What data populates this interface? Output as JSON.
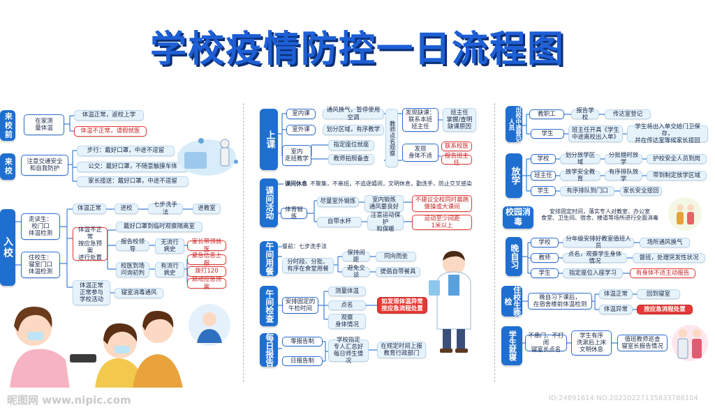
{
  "title": "学校疫情防控一日流程图",
  "colors": {
    "primary": "#1f6fd0",
    "box": "#e7f3fb",
    "alert": "#e53935",
    "title_shadow": "#0b2f74"
  },
  "col1": {
    "arrive": {
      "header": "来校前",
      "measure": "在家测\n量体温",
      "normal": "体温正常，返校上学",
      "abnormal": "体温不正常，请假就医"
    },
    "commute": {
      "header": "来校",
      "main": "注意交通安全\n和自我防护",
      "walk": "步行：戴好口罩，中途不逗留",
      "bus": "公交：戴好口罩，不随意触摸车体",
      "parent": "家长接送：戴好口罩，中途不逗留"
    },
    "enter": {
      "header": "入校",
      "day": "走读生：\n校门口\n体温检测",
      "board": "住校生：\n寝室门口\n体温检测",
      "normal": "体温正常",
      "into": "进校",
      "wash": "七步洗手法",
      "class": "进教室",
      "abnormal": "体温不正常\n按应急预案\n进行处置",
      "isolate": "戴好口罩到临时观察隔离室",
      "report_leader": "报告校领导",
      "no_history": "无流行\n病史",
      "parent_doctor": "家长带领就医",
      "doctor_ask": "校医到场\n问询初判",
      "has_history": "有流行\n病史",
      "urgent_report": "紧急信息上报",
      "call": "拨打120",
      "plan": "启动应急预案",
      "normal_attend": "体温正常\n正常参与\n学校活动",
      "disinfect": "寝室消毒通风"
    }
  },
  "col2": {
    "class": {
      "header": "上课",
      "indoor": "室内课",
      "ventilate": "通风换气，暂停使用空调",
      "outdoor": "室外课",
      "zones": "划分区域，有序教学",
      "walk": "室内\n走班教学",
      "seat": "指定座位就座",
      "photo": "教师拍照备查",
      "observe": "教师点名观察",
      "found": "发现缺课：\n联系本班\n班主任",
      "head_teacher": "班主任\n掌握/查明\n缺课原因",
      "unwell": "发现\n身体不适",
      "contact_doc": "联系校医",
      "report_head": "报告班主任"
    },
    "recess": {
      "header": "课间活动",
      "rest_label": "课间休息",
      "rest": "不聚集，不串班，不追逐嬉闹，文明休息，勤洗手，防止交叉感染",
      "exercise": "体育锻炼",
      "outdoor_ex": "尽量室外锻炼",
      "indoor_ex": "室内锻炼\n通风要良好",
      "no_crowd": "不建议全校同时晨跑\n做操或大课间",
      "bottle": "自带水杯",
      "protect": "注意运动保护\n和保暖",
      "distance": "运动至少间距\n1米以上"
    },
    "lunch": {
      "header": "午间用餐",
      "before": "餐前：七步洗手法",
      "stagger": "分时段、分批、\n有序在食堂用餐",
      "gap": "保持间距",
      "same_dir": "同向而坐",
      "no_talk": "避免交谈",
      "own_cutlery": "提倡自带餐具"
    },
    "noon": {
      "header": "午间检查",
      "arrange": "安排固定的\n午检时间",
      "temp": "测量体温",
      "roll": "点名",
      "observe": "观察\n身体情况",
      "found": "如发现体温异常\n按应急流程处置"
    },
    "daily": {
      "header": "每日报告",
      "zero": "零报告制",
      "day": "日报告制",
      "assign": "学校指定\n专人汇总好\n每日师生情况",
      "report": "在规定时间上报\n教育行政部门"
    }
  },
  "col3": {
    "visitors": {
      "header": "出校中途登记人员",
      "staff": "教职工",
      "report_school": "报告学校",
      "gate_reg": "传达室登记",
      "student": "学生",
      "head_slip": "班主任开具《学生\n中途离校出入单》",
      "handover": "学生将出入单交给门卫保存，\n并在传达室等候家长接回"
    },
    "dismiss": {
      "header": "放学",
      "school": "学校",
      "zones": "划分放学区域",
      "batches": "分批错时放学",
      "guard": "护校安全人员到岗",
      "head": "班主任",
      "edu": "放学安全教育",
      "line": "有序排队放学",
      "lead": "带到制定放学区域",
      "student": "学生",
      "queue": "有序排队到门口",
      "parent": "家长安全接回"
    },
    "disinfect": {
      "header": "校园消毒",
      "text": "安排固定时间，落实专人对教室、办公室\n食堂、卫生间、宿舍、楼道等场所进行全面消毒"
    },
    "evening": {
      "header": "晚自习",
      "school": "学校",
      "duty": "分年级安排好教室值班人员",
      "vent": "场所通风换气",
      "teacher": "教师",
      "roll": "点名，观察学生身体情况",
      "urge": "督班，处理突发性状况",
      "student": "学生",
      "seat": "指定座位入座学习",
      "unwell": "有身体不适主动报告"
    },
    "boarding": {
      "header": "住校生晚检",
      "check": "晚自习下课后，\n在宿舍楼前体温检测",
      "normal": "体温正常",
      "back": "回到寝室",
      "abnormal": "体温异常",
      "proc": "按应急流程处置"
    },
    "sleep": {
      "header": "学生就寝",
      "rule": "不串门、不打闹\n寝室长点名",
      "wash": "学生有序\n洗漱后上床\n文明休息",
      "duty": "值班教师巡查\n寝室长报告情况"
    }
  },
  "watermark": {
    "left": "昵图网 www.nipic.com",
    "right": "ID:24891614 NO:20220227135833788104"
  }
}
